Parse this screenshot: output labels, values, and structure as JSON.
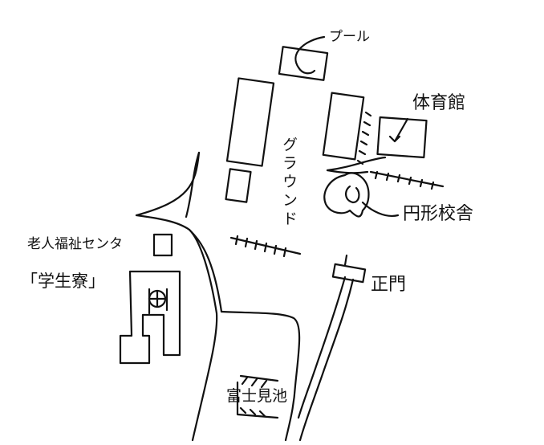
{
  "labels": {
    "pool": "プール",
    "gym": "体育館",
    "ground": "グラウンド",
    "circular_building": "円形校舎",
    "main_gate": "正門",
    "elderly_center": "老人福祉センタ",
    "student_dorm": "「学生寮」",
    "pond": "富士見池"
  },
  "colors": {
    "ink": "#111111",
    "paper": "#ffffff"
  }
}
